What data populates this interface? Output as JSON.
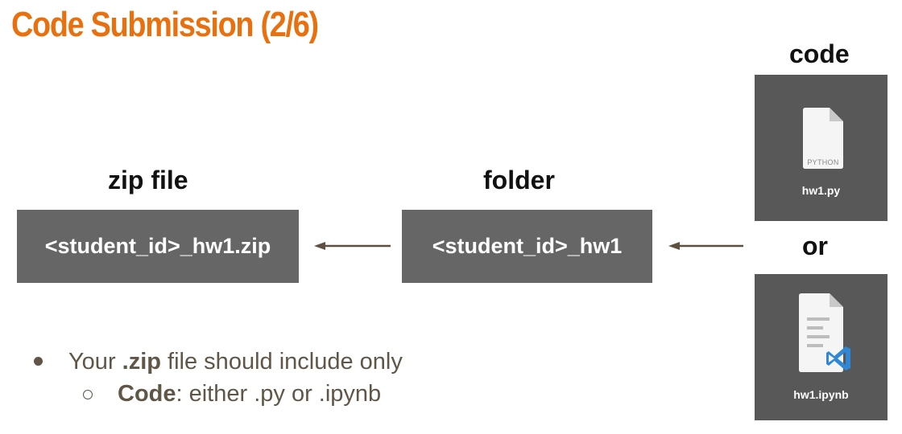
{
  "title": "Code Submission (2/6)",
  "zip": {
    "label": "zip file",
    "name": "<student_id>_hw1.zip"
  },
  "folder": {
    "label": "folder",
    "name": "<student_id>_hw1"
  },
  "code": {
    "label": "code",
    "or_label": "or",
    "py_file": {
      "type_text": "PYTHON",
      "name": "hw1.py"
    },
    "ipynb_file": {
      "name": "hw1.ipynb"
    }
  },
  "bullets": {
    "line1_pre": "Your ",
    "line1_bold": ".zip",
    "line1_post": " file should include only",
    "line2_bold": "Code",
    "line2_post": ": either .py or .ipynb"
  },
  "colors": {
    "title": "#e8700f",
    "box": "#666666",
    "arrow": "#5c5040",
    "text": "#5f5648"
  }
}
